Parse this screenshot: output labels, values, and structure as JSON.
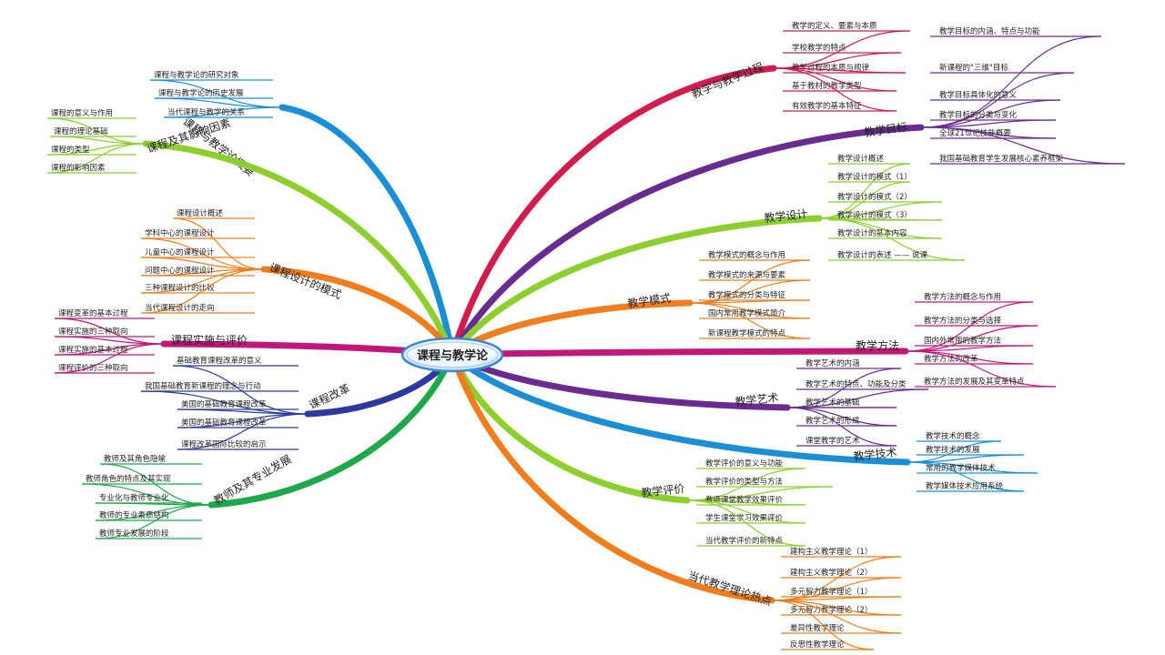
{
  "center": {
    "label": "课程与教学论"
  },
  "branches": [
    {
      "label": "课程与教学论概要",
      "color": "#1a8fd6",
      "items": [
        "课程与教学论的研究对象",
        "课程与教学论的历史发展",
        "当代课程与教学的关系"
      ]
    },
    {
      "label": "课程及其影响因素",
      "color": "#8ccf2e",
      "items": [
        "课程的意义与作用",
        "课程的理论基础",
        "课程的类型",
        "课程的影响因素"
      ]
    },
    {
      "label": "课程设计的模式",
      "color": "#f07d1e",
      "items": [
        "课程设计概述",
        "学科中心的课程设计",
        "儿童中心的课程设计",
        "问题中心的课程设计",
        "三种课程设计的比较",
        "当代课程设计的走向"
      ]
    },
    {
      "label": "课程实施与评价",
      "color": "#c2187a",
      "items": [
        "课程变革的基本过程",
        "课程实施的三种取向",
        "课程实施的基本过程",
        "课程评价的三种取向"
      ]
    },
    {
      "label": "课程改革",
      "color": "#2b3a9e",
      "items": [
        "基础教育课程改革的意义",
        "我国基础教育新课程的理念与行动",
        "美国的基础教育课程改革",
        "美国的基础教育课程改革",
        "课程改革国际比较的启示"
      ]
    },
    {
      "label": "教师及其专业发展",
      "color": "#1fa84a",
      "items": [
        "教师及其角色隐喻",
        "教师角色的特点及其实现",
        "专业化与教师专业化",
        "教师的专业素质结构",
        "教师专业发展的阶段"
      ]
    },
    {
      "label": "教学与教学过程",
      "color": "#d21c4e",
      "items": [
        "教学的定义、要素与本质",
        "学校教学的特点",
        "教学过程的本质与规律",
        "基于教材的教学类型",
        "有效教学的基本特征"
      ]
    },
    {
      "label": "教学目标",
      "color": "#6a2c8f",
      "items": [
        "教学目标的内涵、特点与功能",
        "新课程的\"三维\"目标",
        "教学目标具体化的意义",
        "教学目标的分类与变化",
        "全球21世纪技能概要",
        "我国基础教育学生发展核心素养框架"
      ]
    },
    {
      "label": "教学设计",
      "color": "#8ccf2e",
      "items": [
        "教学设计概述",
        "教学设计的模式（1）",
        "教学设计的模式（2）",
        "教学设计的模式（3）",
        "教学设计的基本内容",
        "教学设计的表述 —— 说课"
      ]
    },
    {
      "label": "教学模式",
      "color": "#f07d1e",
      "items": [
        "教学模式的概念与作用",
        "教学模式的来源与要素",
        "教学模式的分类与特征",
        "国内常用教学模式简介",
        "新课程教学模式的特点"
      ]
    },
    {
      "label": "教学方法",
      "color": "#c2187a",
      "items": [
        "教学方法的概念与作用",
        "教学方法的分类与选择",
        "国内外常用的教学方法",
        "教学方法的改革",
        "教学方法的发展及其变革特点"
      ]
    },
    {
      "label": "教学艺术",
      "color": "#6a2c8f",
      "items": [
        "教学艺术的内涵",
        "教学艺术的特点、功能及分类",
        "教学艺术的基础",
        "教学艺术的形成",
        "课堂教学的艺术"
      ]
    },
    {
      "label": "教学技术",
      "color": "#1a8fd6",
      "items": [
        "教学技术的概念",
        "教学技术的发展",
        "常用的教学媒体技术",
        "教学媒体技术应用系统"
      ]
    },
    {
      "label": "教学评价",
      "color": "#8ccf2e",
      "items": [
        "教学评价的意义与功能",
        "教学评价的类型与方法",
        "教师课堂教学效果评价",
        "学生课堂学习效果评价",
        "当代教学评价的新特点"
      ]
    },
    {
      "label": "当代教学理论热点",
      "color": "#f07d1e",
      "items": [
        "建构主义教学理论（1）",
        "建构主义教学理论（2）",
        "多元智力教学理论（1）",
        "多元智力教学理论（2）",
        "差异性教学理论",
        "反思性教学理论"
      ]
    }
  ]
}
